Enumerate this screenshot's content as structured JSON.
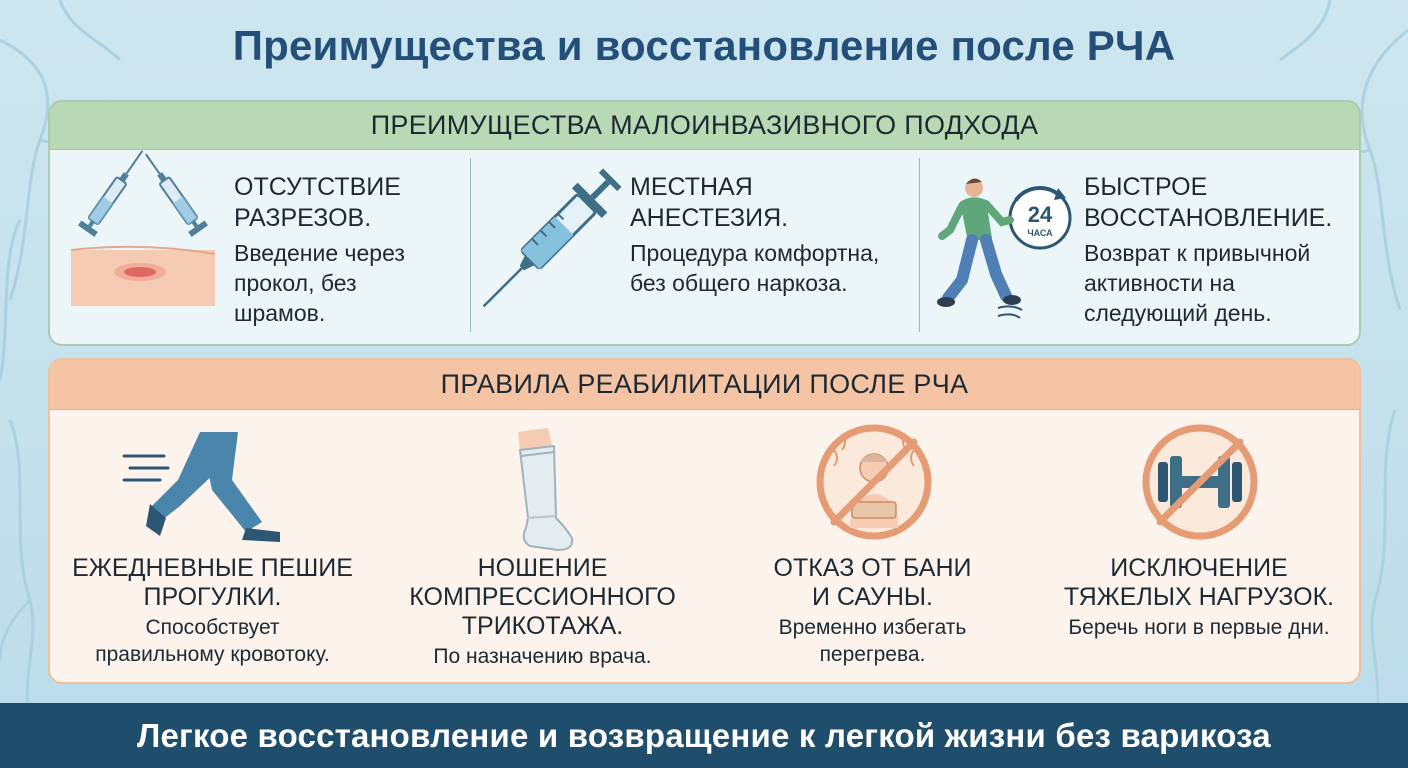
{
  "title": "Преимущества и восстановление после РЧА",
  "advantages": {
    "header": "ПРЕИМУЩЕСТВА МАЛОИНВАЗИВНОГО ПОДХОДА",
    "items": [
      {
        "title_1": "ОТСУТСТВИЕ",
        "title_2": "РАЗРЕЗОВ.",
        "desc_1": "Введение через",
        "desc_2": "прокол, без",
        "desc_3": "шрамов."
      },
      {
        "title_1": "МЕСТНАЯ",
        "title_2": "АНЕСТЕЗИЯ.",
        "desc_1": "Процедура комфортна,",
        "desc_2": "без общего наркоза."
      },
      {
        "title_1": "БЫСТРОЕ",
        "title_2": "ВОССТАНОВЛЕНИЕ.",
        "desc_1": "Возврат к привычной",
        "desc_2": "активности на",
        "desc_3": "следующий день.",
        "clock_number": "24",
        "clock_unit": "ЧАСА"
      }
    ]
  },
  "rules": {
    "header": "ПРАВИЛА РЕАБИЛИТАЦИИ ПОСЛЕ РЧА",
    "items": [
      {
        "title_1": "ЕЖЕДНЕВНЫЕ ПЕШИЕ",
        "title_2": "ПРОГУЛКИ.",
        "desc_1": "Способствует",
        "desc_2": "правильному кровотоку."
      },
      {
        "title_1": "НОШЕНИЕ",
        "title_2": "КОМПРЕССИОННОГО",
        "title_3": "ТРИКОТАЖА.",
        "desc_1": "По назначению врача."
      },
      {
        "title_1": "ОТКАЗ ОТ БАНИ",
        "title_2": "И САУНЫ.",
        "desc_1": "Временно избегать",
        "desc_2": "перегрева."
      },
      {
        "title_1": "ИСКЛЮЧЕНИЕ",
        "title_2": "ТЯЖЕЛЫХ НАГРУЗОК.",
        "desc_1": "Беречь ноги в первые дни."
      }
    ]
  },
  "footer": "Легкое восстановление и возвращение к легкой жизни без варикоза",
  "colors": {
    "title": "#234f78",
    "footer_bg": "#1f4e6d",
    "green_header": "#b8d9b4",
    "peach_header": "#f5c4a4",
    "icon_blue": "#4f8fb0",
    "no_sign": "#e59b74"
  }
}
